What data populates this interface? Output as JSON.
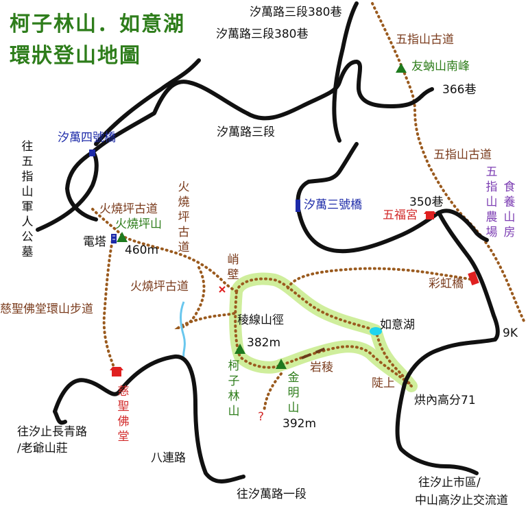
{
  "title": {
    "line1": "柯子林山．如意湖",
    "line2": "環狀登山地圖"
  },
  "colors": {
    "road": "#111111",
    "trail": "#9a5a1e",
    "loop_highlight": "#cfee9c",
    "peak": "#1e7a1e",
    "bridge_blue": "#1c2aa8",
    "bridge_red": "#e02020",
    "lake": "#1fd4ee",
    "title": "#2e7d1b"
  },
  "roads": {
    "sanduan_380_top": "汐萬路三段380巷",
    "sanduan_380": "汐萬路三段380巷",
    "sanduan": "汐萬路三段",
    "lane_366": "366巷",
    "lane_350": "350巷",
    "to_cemetery": "往五指山軍人公墓",
    "to_changqing": "往汐止長青路",
    "to_laoye": "/老爺山莊",
    "balian": "八連路",
    "to_yiduan": "往汐萬路一段",
    "to_city": "往汐止市區/",
    "to_interchange": "中山高汐止交流道",
    "km9": "9K",
    "hongnei": "烘內高分71",
    "tower": "電塔"
  },
  "trails": {
    "wuzhi_upper": "五指山古道",
    "wuzhi_lower": "五指山古道",
    "huoshaoping_a": "火燒坪古道",
    "huoshaoping_b": "火燒坪古道",
    "huoshaoping_vertical": "火燒坪古道",
    "cisheng": "慈聖佛堂環山步道",
    "ridge": "稜線山徑",
    "rock_ridge": "岩稜",
    "steep_up": "陡上",
    "cliff": "峭壁",
    "question": "?"
  },
  "peaks": {
    "youna": "友蚋山南峰",
    "huoshaoping": "火燒坪山",
    "huoshaoping_elev": "460m",
    "kezilin": "柯子林山",
    "kezilin_elev": "382m",
    "jinming": "金明山",
    "jinming_elev": "392m"
  },
  "places": {
    "bridge4": "汐萬四號橋",
    "bridge3": "汐萬三號橋",
    "rainbow": "彩虹橋",
    "wufu": "五福宮",
    "lake": "如意湖",
    "cisheng_temple": "慈聖佛堂",
    "farm": "五指山農場",
    "restaurant": "食養山房"
  },
  "icons": [
    "peak-triangle-icon",
    "temple-icon",
    "tower-icon",
    "bridge-marker-icon",
    "cross-mark-icon"
  ]
}
